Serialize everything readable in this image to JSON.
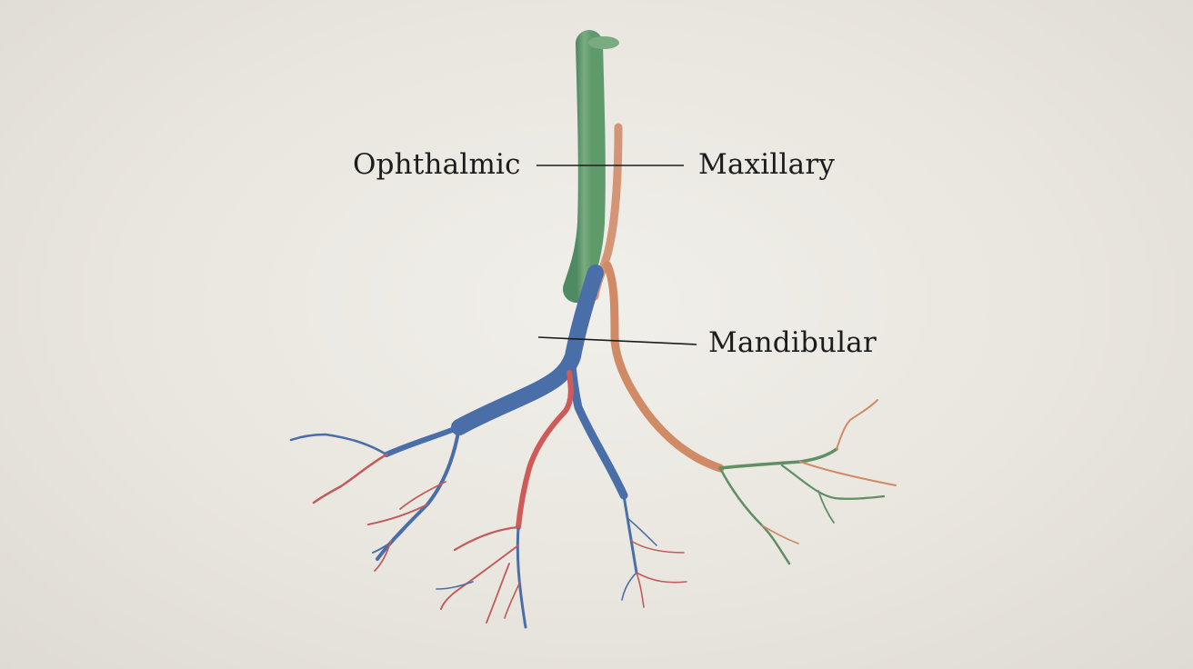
{
  "labels": {
    "ophthalmic": "Ophthalmic",
    "maxillary": "Maxillary",
    "mandibular": "Mandibular"
  },
  "colors": {
    "ophthalmic_branch": "#4a6fa8",
    "maxillary_branch": "#d08a66",
    "mandibular_branch": "#cf5a58",
    "root_trunk": "#6f9e74",
    "leader_line": "#1c1c1c",
    "background": "#ebe8e2"
  }
}
